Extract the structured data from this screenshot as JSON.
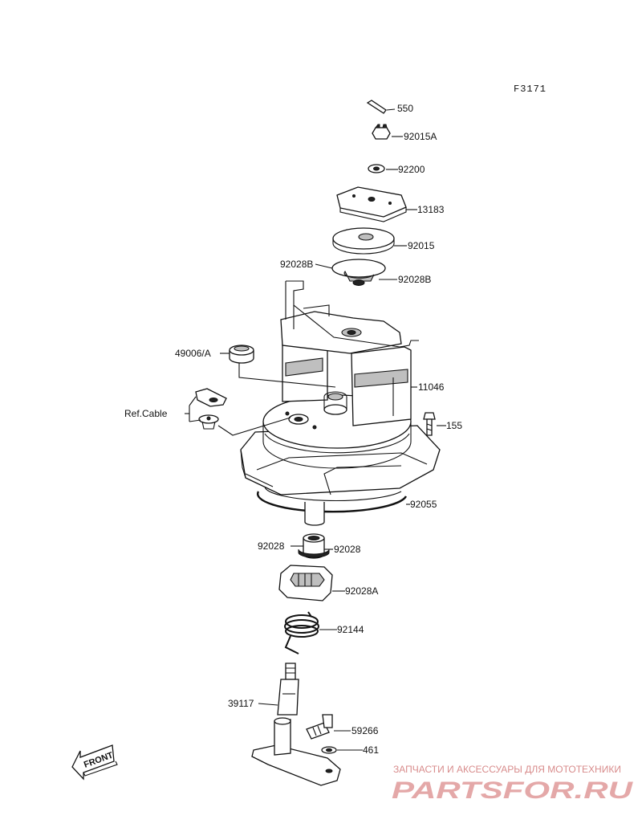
{
  "diagram": {
    "code": "F3171",
    "part_labels": {
      "p550": "550",
      "p92015A": "92015A",
      "p92200": "92200",
      "p13183": "13183",
      "p92015": "92015",
      "p92028B_left": "92028B",
      "p92028B_right": "92028B",
      "p49006A": "49006/A",
      "p11046": "11046",
      "refcable": "Ref.Cable",
      "p155": "155",
      "p92055": "92055",
      "p92028_left": "92028",
      "p92028_right": "92028",
      "p92028A": "92028A",
      "p92144": "92144",
      "p39117": "39117",
      "p59266": "59266",
      "p461": "461"
    },
    "front_badge": "FRONT"
  },
  "watermark": {
    "tagline": "ЗАПЧАСТИ И АКСЕССУАРЫ ДЛЯ МОТОТЕХНИКИ",
    "brand": "PARTSFOR.RU"
  }
}
